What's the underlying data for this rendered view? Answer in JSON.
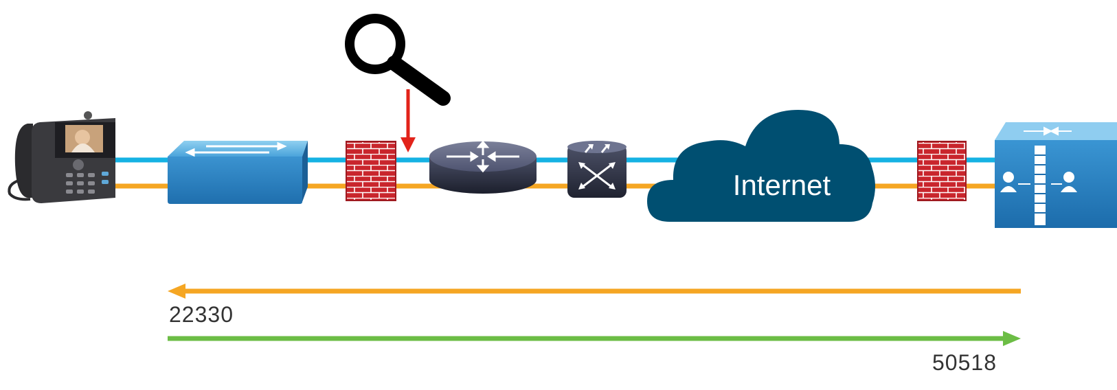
{
  "cloud": {
    "label": "Internet"
  },
  "flows": {
    "inbound": {
      "port": "22330",
      "color": "#f5a623",
      "direction": "left"
    },
    "outbound": {
      "port": "50518",
      "color": "#6cbd45",
      "direction": "right"
    }
  },
  "links": {
    "upper_color": "#15b2e3",
    "lower_color": "#f5a623"
  },
  "devices": [
    {
      "icon": "ip-video-phone-icon"
    },
    {
      "icon": "lan-switch-icon"
    },
    {
      "icon": "firewall-icon"
    },
    {
      "icon": "router-icon"
    },
    {
      "icon": "nat-device-icon"
    },
    {
      "icon": "internet-cloud-icon"
    },
    {
      "icon": "firewall-icon"
    },
    {
      "icon": "expressway-edge-icon"
    }
  ],
  "capture": {
    "icon": "magnifier-icon",
    "marker_color": "#e2231a"
  }
}
